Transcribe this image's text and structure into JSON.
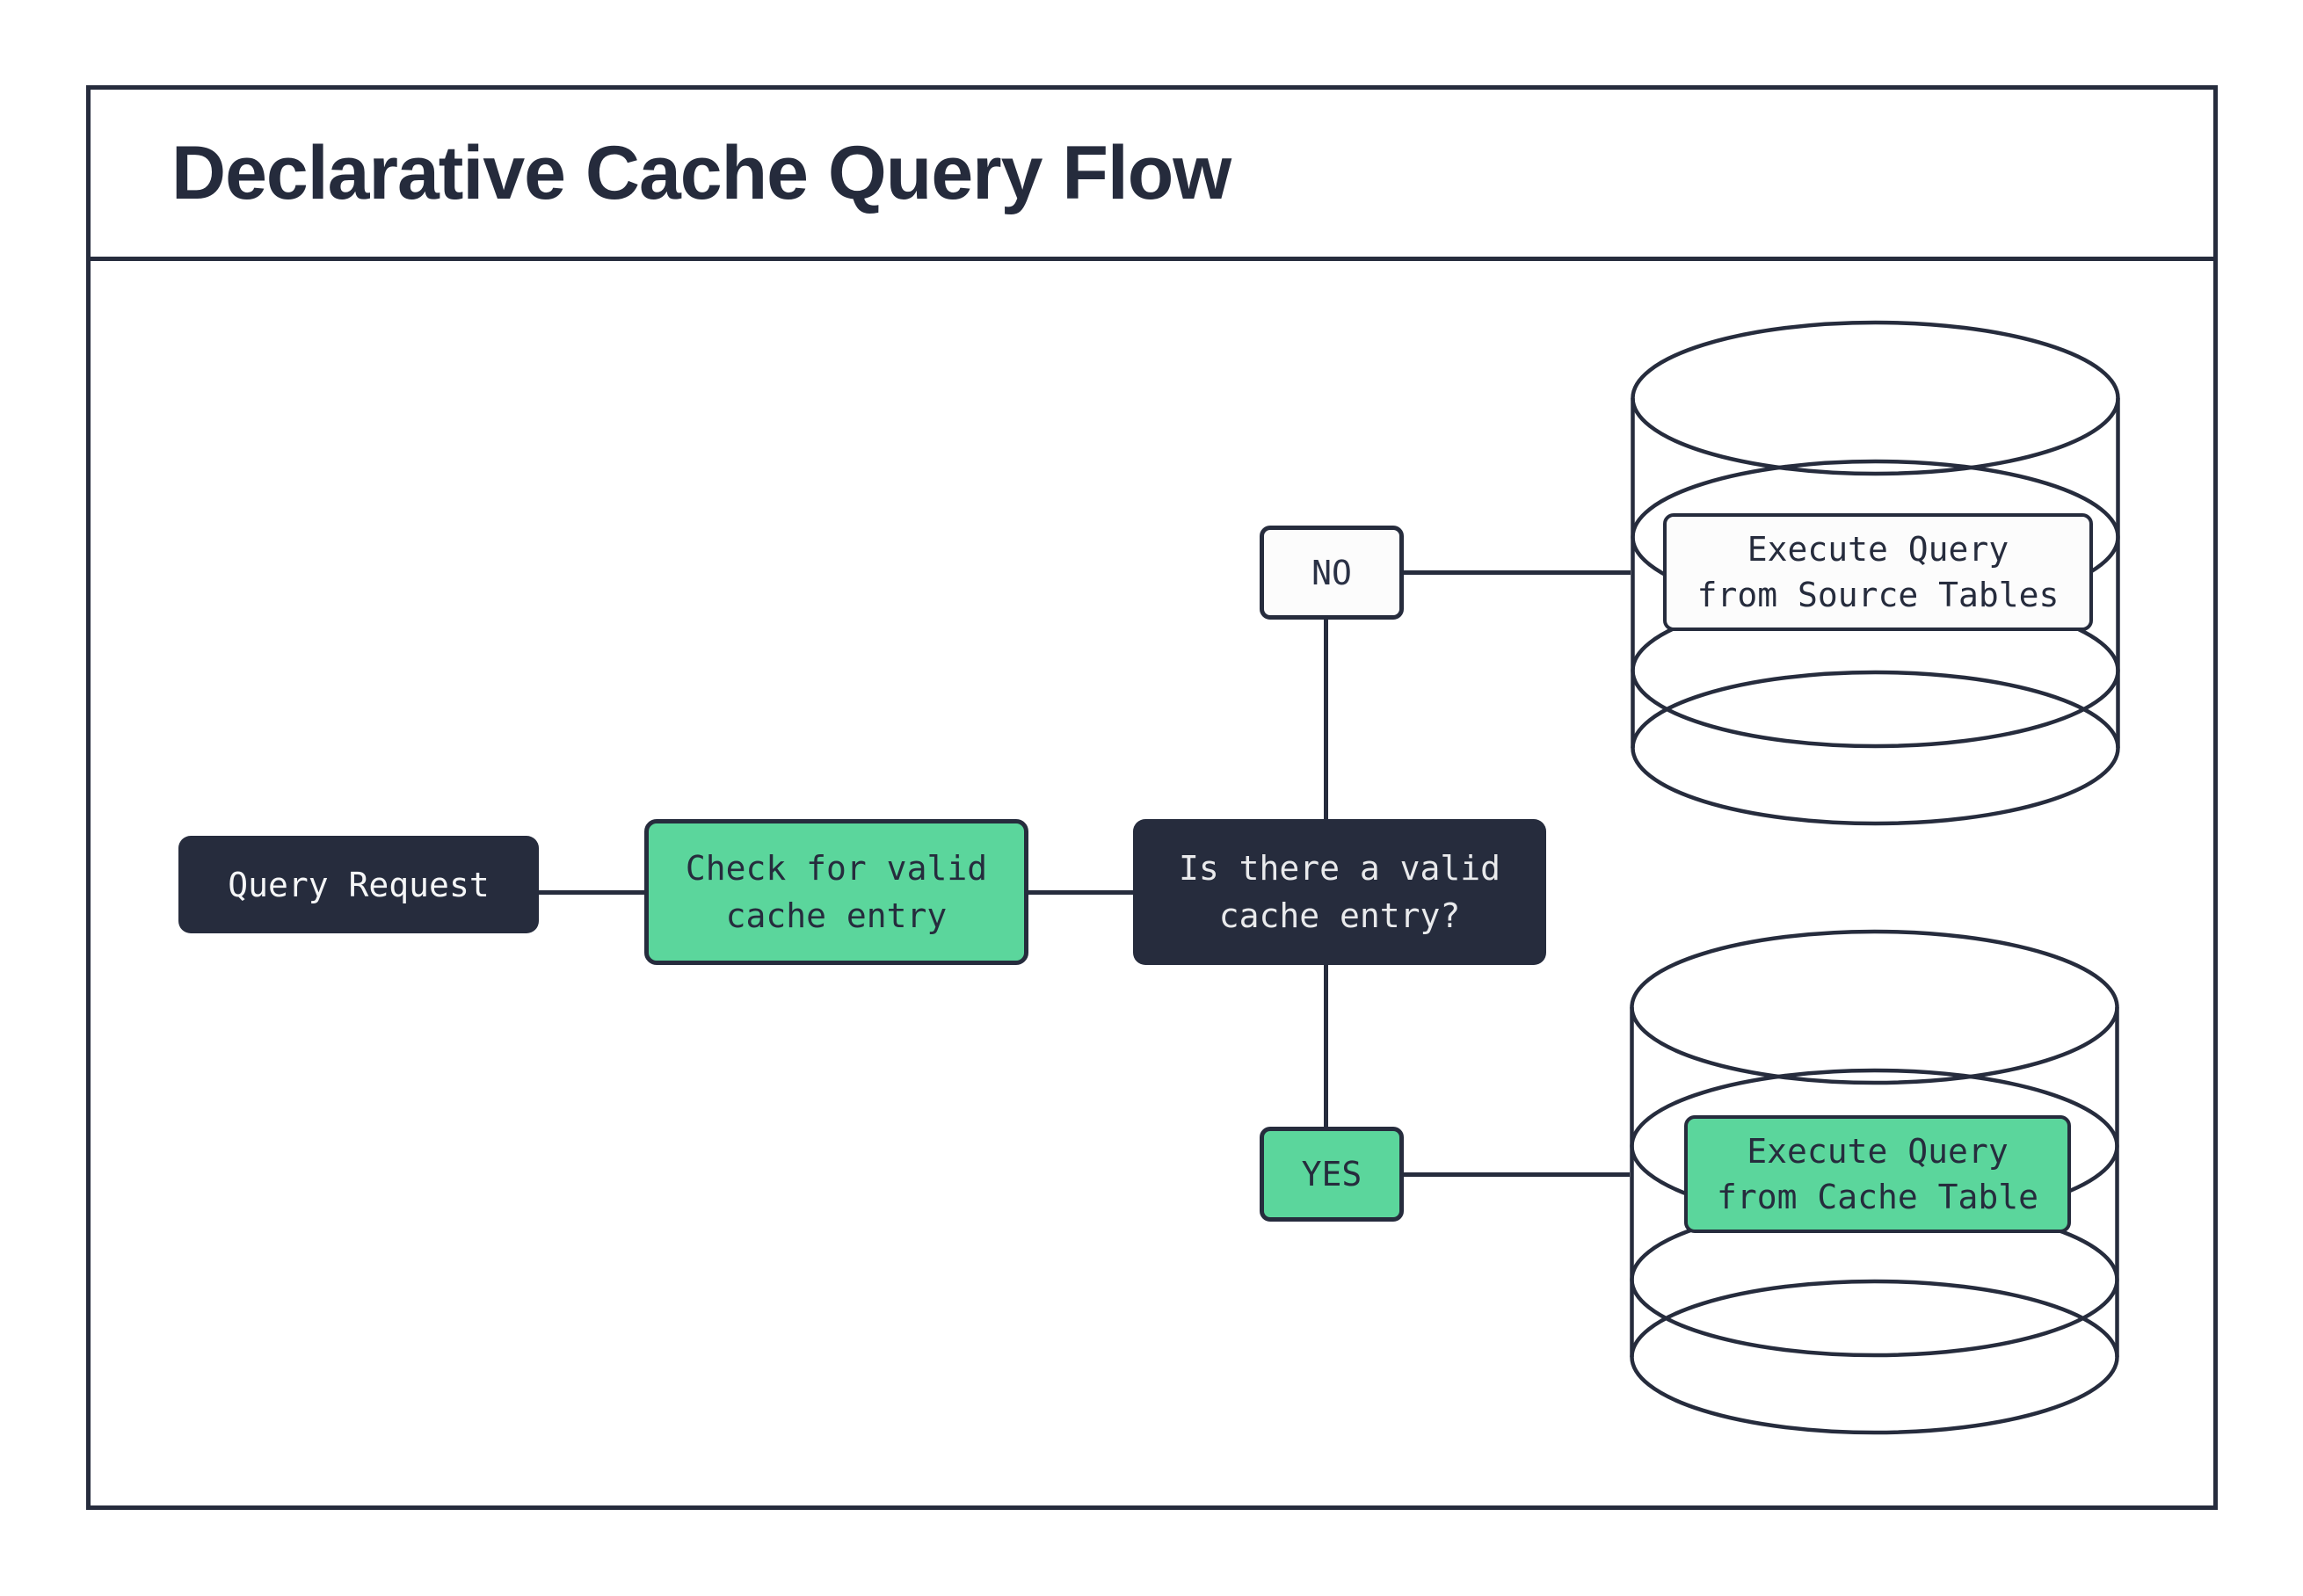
{
  "title": "Declarative Cache Query Flow",
  "nodes": {
    "query_request": {
      "label": "Query Request"
    },
    "check_cache": {
      "label": "Check for valid\ncache entry"
    },
    "decision": {
      "label": "Is there a valid\ncache entry?"
    },
    "branch_no": {
      "label": "NO"
    },
    "branch_yes": {
      "label": "YES"
    },
    "source_db_action": {
      "label": "Execute Query\nfrom Source Tables"
    },
    "cache_db_action": {
      "label": "Execute Query\nfrom Cache Table"
    }
  },
  "icons": {
    "source_database": "database-cylinder",
    "cache_database": "database-cylinder"
  },
  "colors": {
    "ink": "#262c3d",
    "green": "#5bd69c",
    "node_light_text": "#e9eaec",
    "node_white_fill": "#fcfcfc",
    "background": "#ffffff"
  }
}
